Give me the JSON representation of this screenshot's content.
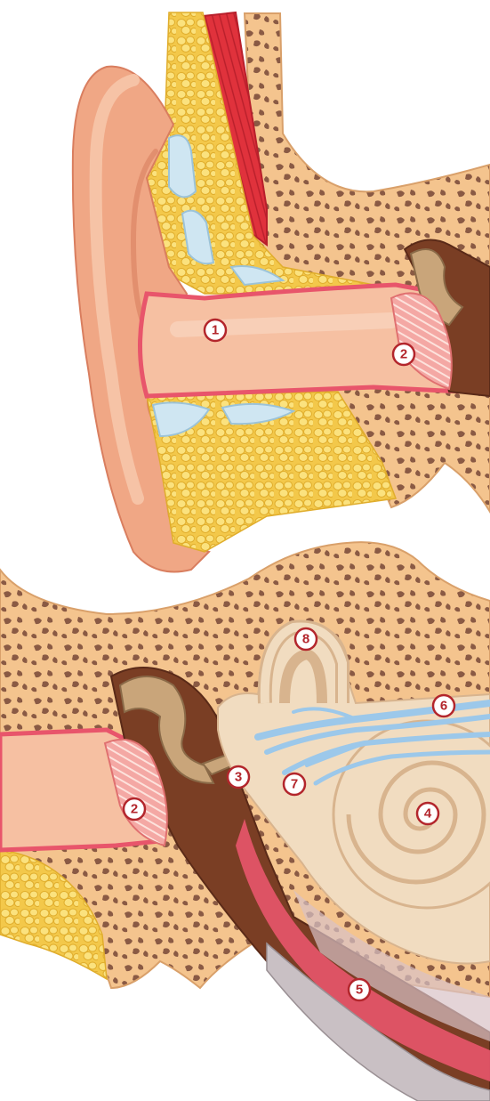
{
  "colors": {
    "bone": "#f4c48e",
    "bone_edge": "#d9a06a",
    "bone_hole": "#8a5a44",
    "skin": "#f0a785",
    "skin_light": "#f6c3a6",
    "lining": "#e8556b",
    "fat": "#f3c84a",
    "fat_light": "#fbe27e",
    "cartilage_blue": "#cfe6f2",
    "muscle": "#e0323c",
    "eardrum": "#f29a9a",
    "ossicle": "#c9a57a",
    "dark_tissue": "#7a3e24",
    "cochlea": "#f1dcc0",
    "cochlea_line": "#d8b48e",
    "nerve": "#9cc8ea",
    "tube": "#a64a2c",
    "marker_ring": "#b3262c"
  },
  "labels": [
    {
      "id": "outer-ear-canal",
      "num": "1"
    },
    {
      "id": "eardrum-upper",
      "num": "2"
    },
    {
      "id": "eardrum-lower",
      "num": "2"
    },
    {
      "id": "ossicles",
      "num": "3"
    },
    {
      "id": "cochlea",
      "num": "4"
    },
    {
      "id": "eustachian-tube",
      "num": "5"
    },
    {
      "id": "auditory-nerve",
      "num": "6"
    },
    {
      "id": "vestibule",
      "num": "7"
    },
    {
      "id": "semicircular-canals",
      "num": "8"
    }
  ]
}
